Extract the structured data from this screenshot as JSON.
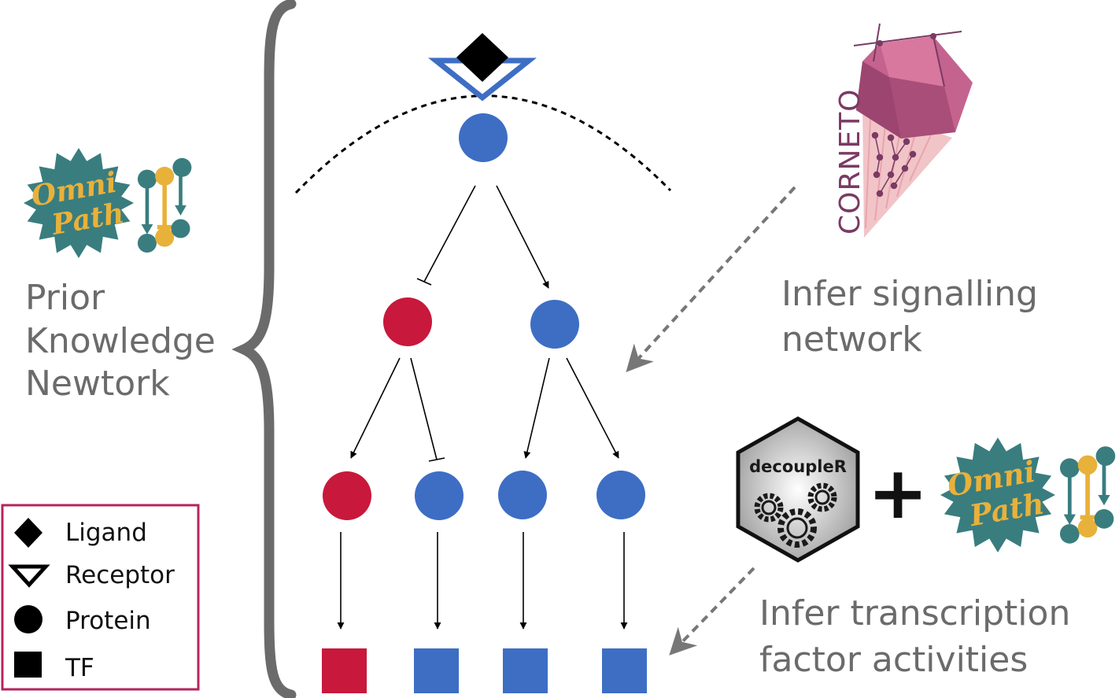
{
  "labels": {
    "prior_knowledge": [
      "Prior",
      "Knowledge",
      "Newtork"
    ],
    "infer_signalling": [
      "Infer signalling",
      "network"
    ],
    "infer_tf": [
      "Infer transcription",
      "factor activities"
    ]
  },
  "logos": {
    "omnipath": [
      "Omni",
      "Path"
    ],
    "decoupler": "decoupleR",
    "corneto": "CORNETO",
    "plus": "+"
  },
  "legend": [
    {
      "shape": "diamond",
      "label": "Ligand"
    },
    {
      "shape": "triangle",
      "label": "Receptor"
    },
    {
      "shape": "circle",
      "label": "Protein"
    },
    {
      "shape": "square",
      "label": "TF"
    }
  ],
  "colors": {
    "active": "#3d6ec4",
    "inhibited": "#c8183c",
    "brace": "#6b6b6b",
    "label_gray": "#6b6b6b",
    "legend_border": "#b4245e",
    "omnipath_teal": "#3a7d7f",
    "omnipath_gold": "#e8b13a",
    "corneto_pink": "#c4638e"
  },
  "network": {
    "nodes": [
      {
        "id": "ligand",
        "type": "ligand"
      },
      {
        "id": "receptor",
        "type": "receptor",
        "state": "active"
      },
      {
        "id": "p1",
        "type": "protein",
        "state": "active"
      },
      {
        "id": "p2",
        "type": "protein",
        "state": "inhibited"
      },
      {
        "id": "p3",
        "type": "protein",
        "state": "active"
      },
      {
        "id": "p4",
        "type": "protein",
        "state": "inhibited"
      },
      {
        "id": "p5",
        "type": "protein",
        "state": "active"
      },
      {
        "id": "p6",
        "type": "protein",
        "state": "active"
      },
      {
        "id": "p7",
        "type": "protein",
        "state": "active"
      },
      {
        "id": "tf1",
        "type": "tf",
        "state": "inhibited"
      },
      {
        "id": "tf2",
        "type": "tf",
        "state": "active"
      },
      {
        "id": "tf3",
        "type": "tf",
        "state": "active"
      },
      {
        "id": "tf4",
        "type": "tf",
        "state": "active"
      }
    ],
    "edges": [
      {
        "from": "p1",
        "to": "p2",
        "sign": "inhibition"
      },
      {
        "from": "p1",
        "to": "p3",
        "sign": "activation"
      },
      {
        "from": "p2",
        "to": "p4",
        "sign": "activation"
      },
      {
        "from": "p2",
        "to": "p5",
        "sign": "inhibition"
      },
      {
        "from": "p3",
        "to": "p6",
        "sign": "activation"
      },
      {
        "from": "p3",
        "to": "p7",
        "sign": "activation"
      },
      {
        "from": "p4",
        "to": "tf1",
        "sign": "activation"
      },
      {
        "from": "p5",
        "to": "tf2",
        "sign": "activation"
      },
      {
        "from": "p6",
        "to": "tf3",
        "sign": "activation"
      },
      {
        "from": "p7",
        "to": "tf4",
        "sign": "activation"
      }
    ]
  }
}
